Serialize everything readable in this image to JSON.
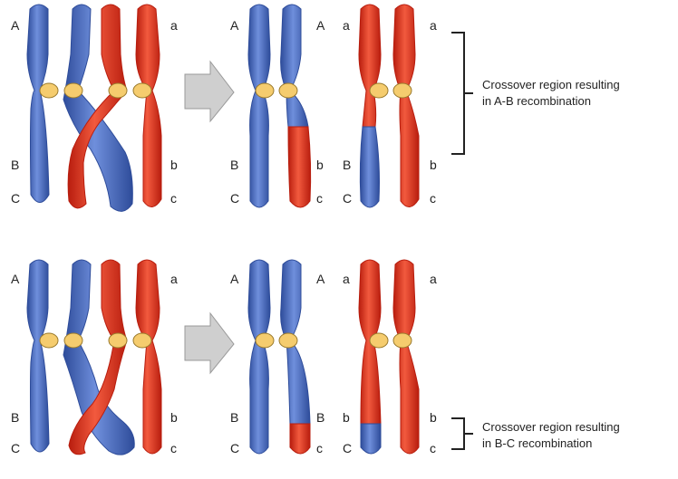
{
  "colors": {
    "blue": "#4d6fc4",
    "blue_dark": "#2e4c9a",
    "red": "#e8301c",
    "red_dark": "#b81d0e",
    "centromere": "#f5cc6e",
    "centromere_edge": "#9a7a2c",
    "arrow": "#cfcfcf",
    "arrow_edge": "#9a9a9a",
    "text": "#222222"
  },
  "icons": {
    "arrow": "right-arrow-icon",
    "bracket": "bracket-icon"
  },
  "rows": [
    {
      "id": "ab",
      "before_labels": {
        "left": [
          "A",
          "B",
          "C"
        ],
        "right": [
          "a",
          "b",
          "c"
        ]
      },
      "after_blue_labels": {
        "left": [
          "A",
          "B",
          "C"
        ],
        "right": [
          "A",
          "b",
          "c"
        ]
      },
      "after_red_labels": {
        "left": [
          "a",
          "B",
          "C"
        ],
        "right": [
          "a",
          "b",
          "c"
        ]
      },
      "annotation": {
        "line1": "Crossover region resulting",
        "line2": "in A-B recombination"
      }
    },
    {
      "id": "bc",
      "before_labels": {
        "left": [
          "A",
          "B",
          "C"
        ],
        "right": [
          "a",
          "b",
          "c"
        ]
      },
      "after_blue_labels": {
        "left": [
          "A",
          "B",
          "C"
        ],
        "right": [
          "A",
          "B",
          "c"
        ]
      },
      "after_red_labels": {
        "left": [
          "a",
          "b",
          "C"
        ],
        "right": [
          "a",
          "b",
          "c"
        ]
      },
      "annotation": {
        "line1": "Crossover region resulting",
        "line2": "in B-C recombination"
      }
    }
  ]
}
